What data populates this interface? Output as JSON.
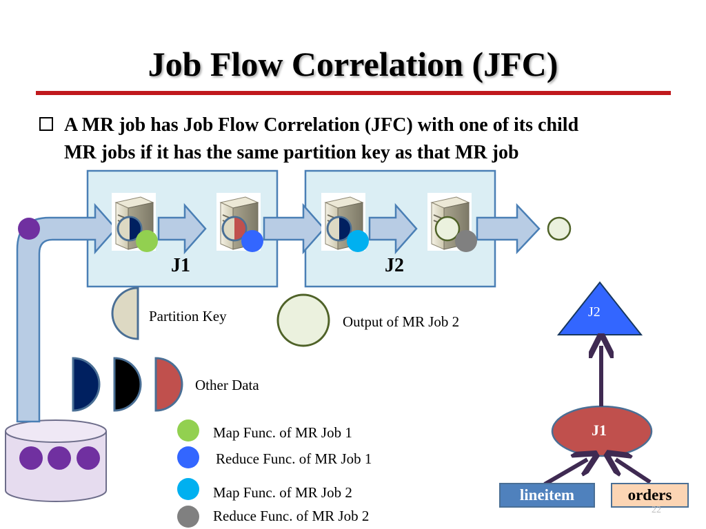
{
  "slide": {
    "title": "Job Flow Correlation (JFC)",
    "bullet_line1": "A MR job has Job Flow Correlation (JFC) with one of its child",
    "bullet_line2": "MR jobs if it has the same partition key as that MR job",
    "slide_number": "22"
  },
  "pipeline": {
    "job1_label": "J1",
    "job2_label": "J2"
  },
  "legend": {
    "partition_key": "Partition Key",
    "output_job2": "Output of MR Job 2",
    "other_data": "Other Data",
    "map_job1": "Map Func. of MR Job 1",
    "reduce_job1": "Reduce Func. of MR Job 1",
    "map_job2": "Map Func. of MR Job 2",
    "reduce_job2": "Reduce Func. of MR Job 2"
  },
  "tree": {
    "top_node": "J2",
    "middle_node": "J1",
    "leaf_left": "lineitem",
    "leaf_right": "orders"
  },
  "colors": {
    "title_rule": "#c0191d",
    "job_box_fill": "#dbeef4",
    "job_box_border": "#4a7fb5",
    "arrow_fill": "#b8cce4",
    "data_purple": "#7030a0",
    "map_job1_green": "#92d050",
    "reduce_job1_blue": "#3366ff",
    "map_job2_cyan": "#00b0f0",
    "reduce_job2_gray": "#808080",
    "output_fill": "#ebf1de",
    "partition_key_fill": "#ddd9c3",
    "other_navy": "#002060",
    "other_black": "#000000",
    "other_red": "#c0504d",
    "j1_node": "#c0504d",
    "j2_node": "#3366ff",
    "lineitem_fill": "#4f81bd",
    "orders_fill": "#fcd5b4",
    "tree_arrow": "#3f2a52"
  }
}
